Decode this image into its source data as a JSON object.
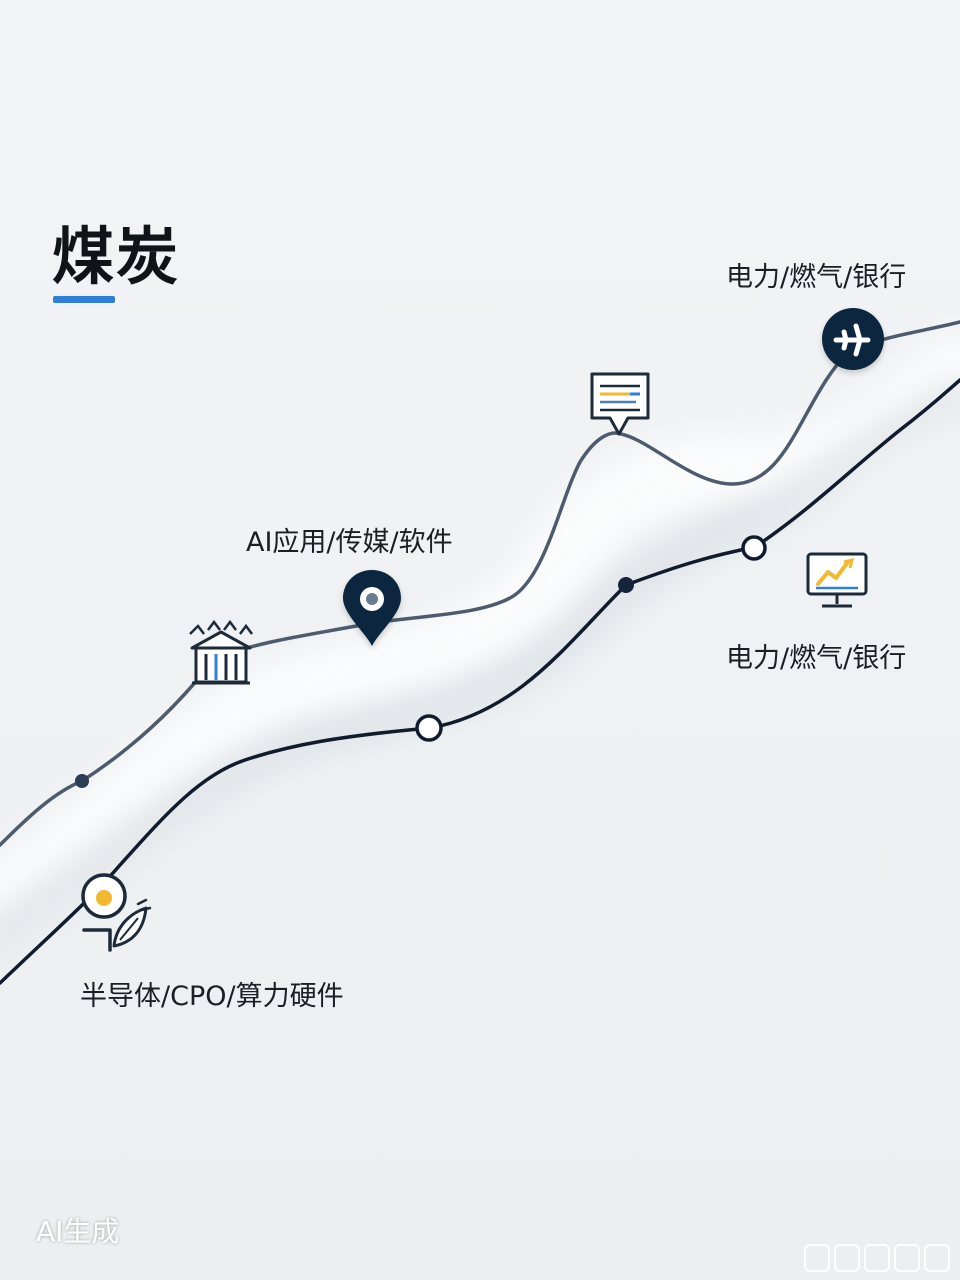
{
  "title": "煤炭",
  "labels": {
    "ai_media_software": "AI应用/传媒/软件",
    "power_gas_bank_top": "电力/燃气/银行",
    "power_gas_bank_right": "电力/燃气/银行",
    "semi_cpo_hardware": "半导体/CPO/算力硬件"
  },
  "footer": "AI生成",
  "colors": {
    "accent": "#2f7fd8",
    "upper_line": "#4c5b6d",
    "lower_line": "#101c2e",
    "node_dark": "#0f2540",
    "background": "#f0f2f4",
    "icon_yellow": "#f2b830"
  },
  "icons": [
    "building-icon",
    "map-pin-icon",
    "chat-card-icon",
    "plane-badge-icon",
    "monitor-chart-icon",
    "lightbulb-person-icon"
  ]
}
